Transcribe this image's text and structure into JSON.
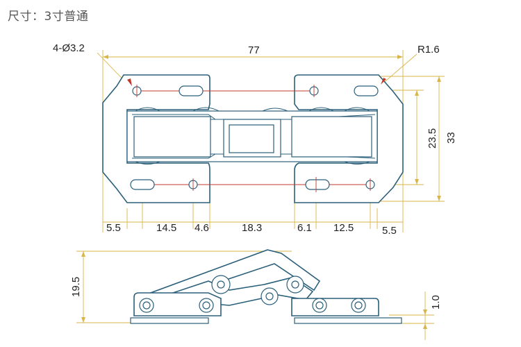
{
  "title": "尺寸：3寸普通",
  "top_view": {
    "hole_label": "4-Ø3.2",
    "radius_label": "R1.6",
    "overall_width": "77",
    "height_inner": "23.5",
    "height_outer": "33",
    "bottom_dims": [
      "5.5",
      "14.5",
      "4.6",
      "18.3",
      "6.1",
      "12.5",
      "5.5"
    ]
  },
  "side_view": {
    "height": "19.5",
    "thickness": "1.0"
  },
  "colors": {
    "outline": "#2a5f7a",
    "dimension": "#d9b64a",
    "centerline": "#c0392b"
  }
}
